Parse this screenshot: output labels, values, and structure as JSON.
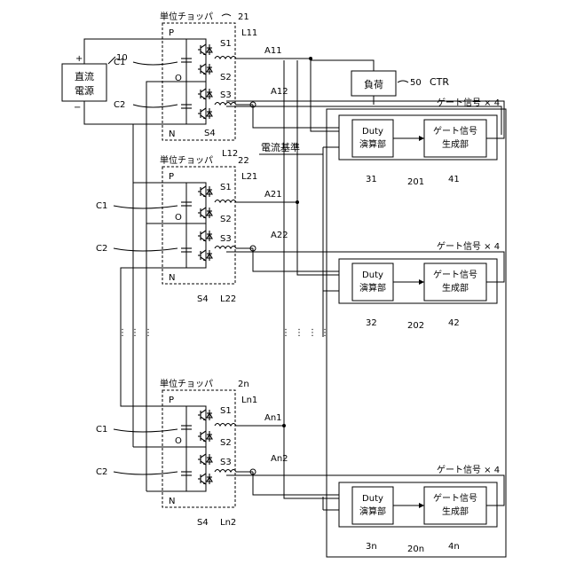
{
  "power_source": {
    "label_line1": "直流",
    "label_line2": "電源",
    "ref": "10",
    "plus": "+",
    "minus": "−"
  },
  "load": {
    "label": "負荷",
    "ref": "50"
  },
  "controller": {
    "ref": "CTR",
    "current_ref_label": "電流基準"
  },
  "choppers": [
    {
      "title": "単位チョッパ",
      "ref": "21",
      "p": "P",
      "o": "O",
      "n": "N",
      "c1": "C1",
      "c2": "C2",
      "s1": "S1",
      "s2": "S2",
      "s3": "S3",
      "s4": "S4",
      "la": "L11",
      "lb": "L12",
      "aa": "A11",
      "ab": "A12",
      "gate_signals": "ゲート信号 × 4",
      "duty_line1": "Duty",
      "duty_line2": "演算部",
      "gate_line1": "ゲート信号",
      "gate_line2": "生成部",
      "duty_ref": "31",
      "ctrl_ref": "201",
      "gate_ref": "41"
    },
    {
      "title": "単位チョッパ",
      "ref": "22",
      "p": "P",
      "o": "O",
      "n": "N",
      "c1": "C1",
      "c2": "C2",
      "s1": "S1",
      "s2": "S2",
      "s3": "S3",
      "s4": "S4",
      "la": "L21",
      "lb": "L22",
      "aa": "A21",
      "ab": "A22",
      "gate_signals": "ゲート信号 × 4",
      "duty_line1": "Duty",
      "duty_line2": "演算部",
      "gate_line1": "ゲート信号",
      "gate_line2": "生成部",
      "duty_ref": "32",
      "ctrl_ref": "202",
      "gate_ref": "42"
    },
    {
      "title": "単位チョッパ",
      "ref": "2n",
      "p": "P",
      "o": "O",
      "n": "N",
      "c1": "C1",
      "c2": "C2",
      "s1": "S1",
      "s2": "S2",
      "s3": "S3",
      "s4": "S4",
      "la": "Ln1",
      "lb": "Ln2",
      "aa": "An1",
      "ab": "An2",
      "gate_signals": "ゲート信号 × 4",
      "duty_line1": "Duty",
      "duty_line2": "演算部",
      "gate_line1": "ゲート信号",
      "gate_line2": "生成部",
      "duty_ref": "3n",
      "ctrl_ref": "20n",
      "gate_ref": "4n"
    }
  ]
}
